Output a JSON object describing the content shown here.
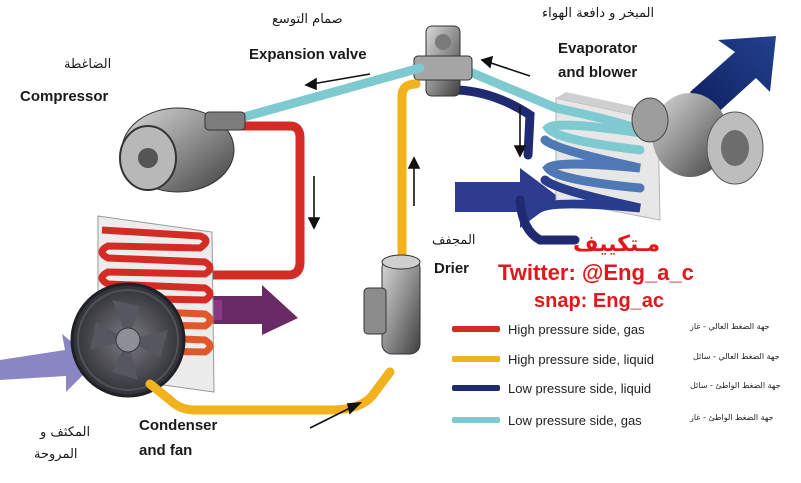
{
  "labels": {
    "expansion_valve_ar": "صمام التوسع",
    "expansion_valve_en": "Expansion valve",
    "evaporator_ar": "المبخر و دافعة الهواء",
    "evaporator_en_1": "Evaporator",
    "evaporator_en_2": "and blower",
    "compressor_ar": "الضاغطة",
    "compressor_en": "Compressor",
    "drier_ar": "المجفف",
    "drier_en": "Drier",
    "condenser_en_1": "Condenser",
    "condenser_en_2": "and fan",
    "condenser_ar_1": "المكثف و",
    "condenser_ar_2": "المروحة"
  },
  "branding": {
    "arabic": "مـتكييف",
    "twitter": "Twitter: @Eng_a_c",
    "snap": "snap: Eng_ac"
  },
  "legend": [
    {
      "en": "High pressure side, gas",
      "ar": "جهة الضغط العالي - غاز",
      "color": "#d42b25"
    },
    {
      "en": "High pressure side, liquid",
      "ar": "جهة الضغط العالي - سائل",
      "color": "#f2b21e"
    },
    {
      "en": "Low pressure side, liquid",
      "ar": "جهة الضغط الواطئ - سائل",
      "color": "#1f2a72"
    },
    {
      "en": "Low pressure side, gas",
      "ar": "جهة الضغط الواطئ - غاز",
      "color": "#7ecad0"
    }
  ]
}
